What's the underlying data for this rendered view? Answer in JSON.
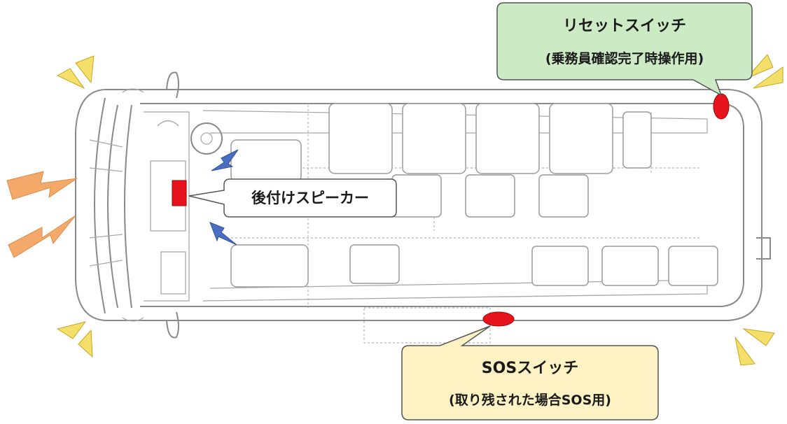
{
  "colors": {
    "reset_box_fill": "#ccebc4",
    "sos_box_fill": "#fdf2c3",
    "speaker_box_fill": "#ffffff",
    "marker_red": "#e8141d",
    "sound_orange": "#f3a96a",
    "flash_yellow": "#f4df6a",
    "signal_blue": "#4a6fc1",
    "van_outline": "#8a8a8a"
  },
  "callouts": {
    "reset": {
      "title": "リセットスイッチ",
      "subtitle": "(乗務員確認完了時操作用)"
    },
    "speaker": {
      "title": "後付けスピーカー"
    },
    "sos": {
      "title": "SOSスイッチ",
      "subtitle": "(取り残された場合SOS用)"
    }
  },
  "icons": [
    "sound-wave-icon",
    "flash-ray-icon",
    "signal-bolt-icon"
  ]
}
